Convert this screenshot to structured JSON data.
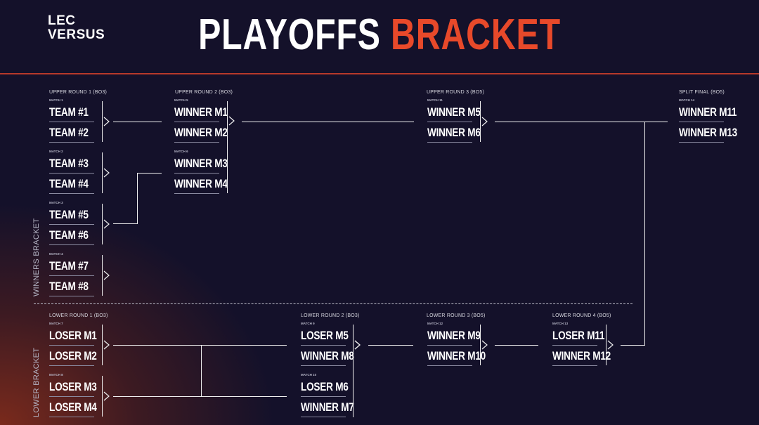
{
  "brand": {
    "line1": "LEC",
    "line2": "VERSUS"
  },
  "title": {
    "main": "PLAYOFFS",
    "accent": "BRACKET"
  },
  "colors": {
    "accent": "#e8492a",
    "background": "#14112a"
  },
  "sections": {
    "winners": "WINNERS BRACKET",
    "losers": "LOWER BRACKET"
  },
  "rounds": {
    "ur1": "UPPER ROUND 1 (BO3)",
    "ur2": "UPPER ROUND 2 (BO3)",
    "ur3": "UPPER ROUND 3 (BO5)",
    "sf": "SPLIT FINAL (BO5)",
    "lr1": "LOWER ROUND 1 (BO3)",
    "lr2": "LOWER ROUND 2 (BO3)",
    "lr3": "LOWER ROUND 3 (BO5)",
    "lr4": "LOWER ROUND 4 (BO5)"
  },
  "matches": {
    "m1": {
      "label": "MATCH 1",
      "a": "TEAM #1",
      "b": "TEAM #2"
    },
    "m2": {
      "label": "MATCH 2",
      "a": "TEAM #3",
      "b": "TEAM #4"
    },
    "m3": {
      "label": "MATCH 3",
      "a": "TEAM #5",
      "b": "TEAM #6"
    },
    "m4": {
      "label": "MATCH 4",
      "a": "TEAM #7",
      "b": "TEAM #8"
    },
    "m5": {
      "label": "MATCH 5",
      "a": "WINNER M1",
      "b": "WINNER M2"
    },
    "m6": {
      "label": "MATCH 6",
      "a": "WINNER M3",
      "b": "WINNER M4"
    },
    "m7": {
      "label": "MATCH 7",
      "a": "LOSER M1",
      "b": "LOSER M2"
    },
    "m8": {
      "label": "MATCH 8",
      "a": "LOSER M3",
      "b": "LOSER M4"
    },
    "m9": {
      "label": "MATCH 9",
      "a": "LOSER M5",
      "b": "WINNER M8"
    },
    "m10": {
      "label": "MATCH 10",
      "a": "LOSER M6",
      "b": "WINNER M7"
    },
    "m11": {
      "label": "MATCH 11",
      "a": "WINNER M5",
      "b": "WINNER M6"
    },
    "m12": {
      "label": "MATCH 12",
      "a": "WINNER M9",
      "b": "WINNER M10"
    },
    "m13": {
      "label": "MATCH 13",
      "a": "LOSER M11",
      "b": "WINNER M12"
    },
    "m14": {
      "label": "MATCH 14",
      "a": "WINNER M11",
      "b": "WINNER M13"
    }
  }
}
